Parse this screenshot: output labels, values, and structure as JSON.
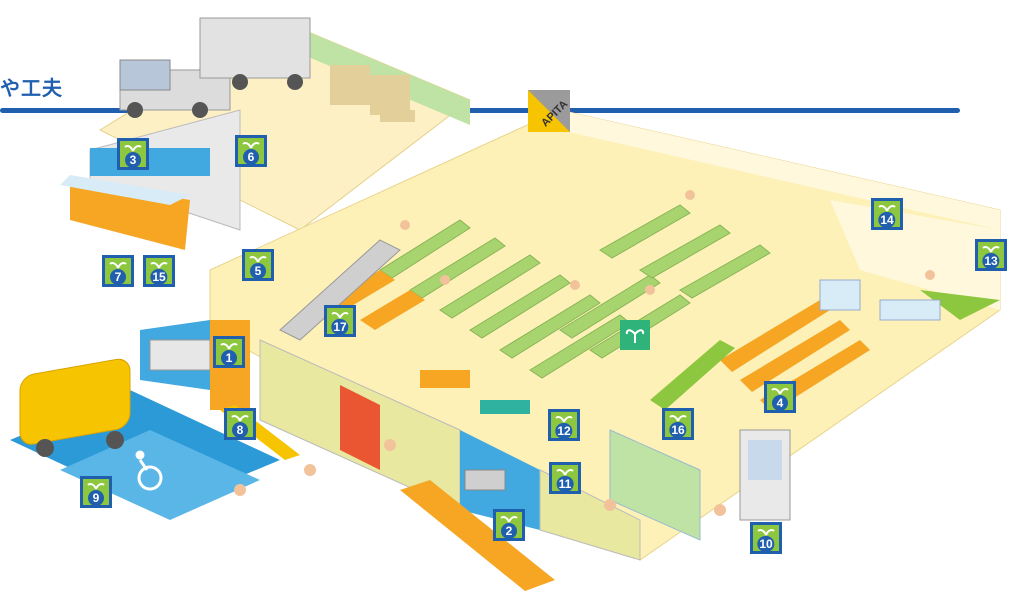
{
  "heading": {
    "text": "や工夫"
  },
  "store_sign": {
    "text": "APITA"
  },
  "markers": [
    {
      "num": "1"
    },
    {
      "num": "2"
    },
    {
      "num": "3"
    },
    {
      "num": "4"
    },
    {
      "num": "5"
    },
    {
      "num": "6"
    },
    {
      "num": "7"
    },
    {
      "num": "8"
    },
    {
      "num": "9"
    },
    {
      "num": "10"
    },
    {
      "num": "11"
    },
    {
      "num": "12"
    },
    {
      "num": "13"
    },
    {
      "num": "14"
    },
    {
      "num": "15"
    },
    {
      "num": "16"
    },
    {
      "num": "17"
    }
  ],
  "colors": {
    "heading_blue": "#1f5fae",
    "marker_green": "#8dc63f",
    "floor_yellow": "#fdf1b8",
    "shelf_green": "#a8d46f",
    "wall_blue": "#42a8e0",
    "accessible_blue": "#2d9ad8",
    "tactile_yellow": "#f5b800"
  },
  "icons": [
    "wheelchair-icon",
    "sprout-icon",
    "leaf-icon"
  ]
}
